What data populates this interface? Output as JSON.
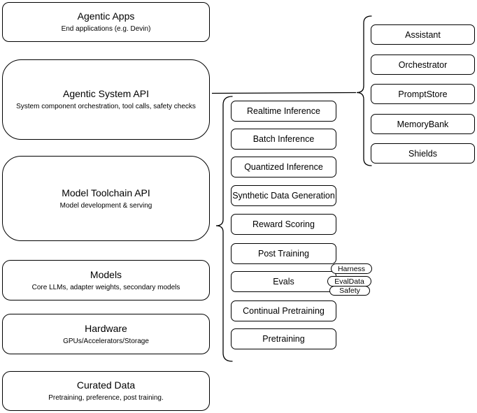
{
  "diagram": {
    "stack": [
      {
        "title": "Agentic Apps",
        "subtitle": "End applications (e.g. Devin)"
      },
      {
        "title": "Agentic System API",
        "subtitle": "System component orchestration, tool calls, safety checks"
      },
      {
        "title": "Model Toolchain API",
        "subtitle": "Model development & serving"
      },
      {
        "title": "Models",
        "subtitle": "Core LLMs, adapter weights, secondary models"
      },
      {
        "title": "Hardware",
        "subtitle": "GPUs/Accelerators/Storage"
      },
      {
        "title": "Curated Data",
        "subtitle": "Pretraining, preference, post training."
      }
    ],
    "toolchain_services": [
      "Realtime Inference",
      "Batch Inference",
      "Quantized Inference",
      "Synthetic Data Generation",
      "Reward Scoring",
      "Post Training",
      "Evals",
      "Continual Pretraining",
      "Pretraining"
    ],
    "eval_components": [
      "Harness",
      "EvalData",
      "Safety"
    ],
    "system_components": [
      "Assistant",
      "Orchestrator",
      "PromptStore",
      "MemoryBank",
      "Shields"
    ],
    "colors": {
      "stroke": "#000000",
      "fill": "#ffffff",
      "canvas": "#ffffff"
    }
  }
}
